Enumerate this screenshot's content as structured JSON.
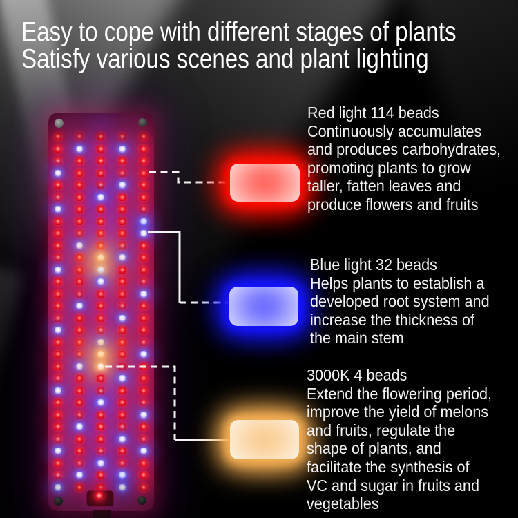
{
  "title": {
    "line1": "Easy to cope with different stages of plants",
    "line2": "Satisfy various scenes and plant lighting"
  },
  "annotations": [
    {
      "id": "red-light",
      "heading": "Red light 114 beads",
      "lines": [
        "Continuously accumulates",
        "and produces carbohydrates,",
        "promoting plants to grow",
        "taller, fatten leaves and",
        "produce flowers and fruits"
      ],
      "glow_color": "#ff0d00"
    },
    {
      "id": "blue-light",
      "heading": "Blue light 32 beads",
      "lines": [
        "Helps plants to establish a",
        "developed root system and",
        "increase the thickness of",
        "the main stem"
      ],
      "glow_color": "#1515ff"
    },
    {
      "id": "warm-light",
      "heading": "3000K 4 beads",
      "lines": [
        "Extend the flowering period,",
        "improve the yield of melons",
        "and fruits, regulate the",
        "shape of plants, and",
        "facilitate the synthesis of",
        "VC and sugar in fruits and",
        "vegetables"
      ],
      "glow_color": "#f7b054"
    }
  ],
  "panel": {
    "rows": 30,
    "cols": 5,
    "led_counts": {
      "red": 114,
      "blue": 32,
      "warm": 4
    },
    "blue_positions": [
      [
        2,
        2
      ],
      [
        2,
        4
      ],
      [
        4,
        1
      ],
      [
        5,
        4
      ],
      [
        6,
        3
      ],
      [
        7,
        1
      ],
      [
        8,
        5
      ],
      [
        9,
        5
      ],
      [
        10,
        2
      ],
      [
        11,
        4
      ],
      [
        12,
        1
      ],
      [
        13,
        3
      ],
      [
        14,
        5
      ],
      [
        15,
        2
      ],
      [
        16,
        4
      ],
      [
        17,
        1
      ],
      [
        18,
        3
      ],
      [
        19,
        5
      ],
      [
        20,
        2
      ],
      [
        21,
        4
      ],
      [
        22,
        1
      ],
      [
        23,
        3
      ],
      [
        24,
        5
      ],
      [
        25,
        2
      ],
      [
        26,
        4
      ],
      [
        27,
        1
      ],
      [
        27,
        5
      ],
      [
        28,
        3
      ],
      [
        29,
        2
      ],
      [
        29,
        4
      ],
      [
        30,
        1
      ],
      [
        30,
        4
      ]
    ],
    "warm_positions": [
      [
        11,
        3
      ],
      [
        12,
        3
      ],
      [
        19,
        3
      ],
      [
        20,
        3
      ]
    ],
    "colors": {
      "pcb": "#93276b",
      "red_led": "#e8101e",
      "blue_led": "#5050ff",
      "warm_led": "#ffc070"
    }
  }
}
